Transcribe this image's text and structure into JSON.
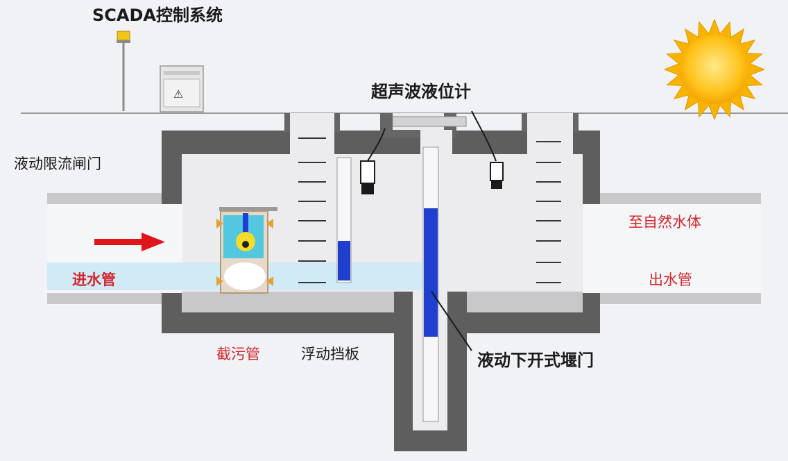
{
  "labels": {
    "scada": "SCADA控制系统",
    "ultrasonic": "超声波液位计",
    "gate": "液动限流闸门",
    "to_nature": "至自然水体",
    "inlet": "进水管",
    "outlet": "出水管",
    "sewage": "截污管",
    "baffle": "浮动挡板",
    "weir": "液动下开式堰门"
  },
  "cabinet_symbol": "⚠",
  "colors": {
    "water": "#cfeaf5",
    "blue": "#1f3fcf",
    "wall": "#5c5c5c",
    "arrow": "#e0151b",
    "sun": "#f5b400",
    "label_red": "#d4242a"
  }
}
